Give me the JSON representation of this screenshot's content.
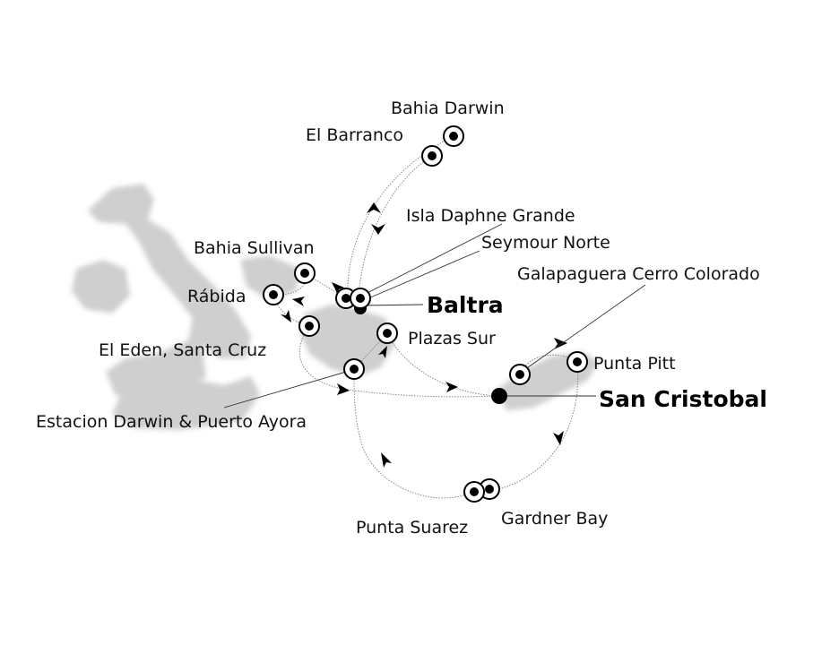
{
  "map": {
    "ports": {
      "baltra": "Baltra",
      "san_cristobal": "San Cristobal"
    },
    "stops": {
      "bahia_darwin": "Bahia Darwin",
      "el_barranco": "El Barranco",
      "isla_daphne_grande": "Isla Daphne Grande",
      "seymour_norte": "Seymour Norte",
      "galapaguera": "Galapaguera Cerro Colorado",
      "bahia_sullivan": "Bahia Sullivan",
      "rabida": "Rábida",
      "el_eden": "El Eden, Santa Cruz",
      "plazas_sur": "Plazas Sur",
      "estacion_darwin": "Estacion Darwin & Puerto Ayora",
      "punta_pitt": "Punta Pitt",
      "gardner_bay": "Gardner Bay",
      "punta_suarez": "Punta Suarez"
    },
    "colors": {
      "land": "#cfcfcf",
      "route": "#888888",
      "marker": "#000000"
    }
  }
}
